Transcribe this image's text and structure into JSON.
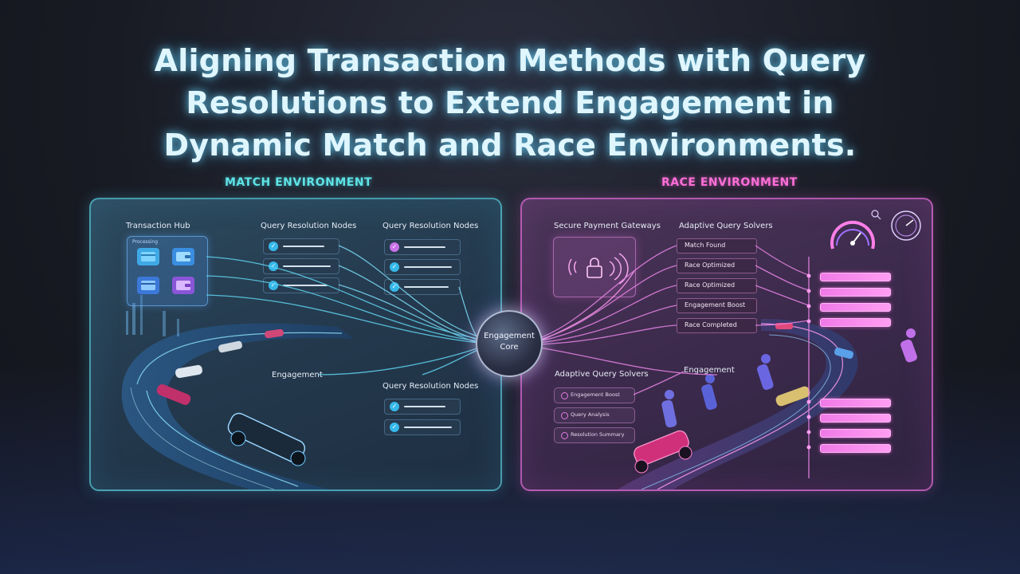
{
  "title": {
    "line1": "Aligning Transaction Methods with Query",
    "line2": "Resolutions to Extend Engagement in",
    "line3": "Dynamic Match and Race Environments."
  },
  "match": {
    "label": "MATCH ENVIRONMENT",
    "transaction_hub": "Transaction Hub",
    "hub_caption": "Processing",
    "query_nodes_a": "Query Resolution Nodes",
    "query_nodes_b": "Query Resolution Nodes",
    "query_nodes_c": "Query Resolution Nodes",
    "engagement": "Engagement"
  },
  "race": {
    "label": "RACE ENVIRONMENT",
    "secure_gateways": "Secure Payment Gateways",
    "solvers_top": "Adaptive Query Solvers",
    "solvers_bottom": "Adaptive Query Solvers",
    "engagement": "Engagement",
    "results": [
      "Match Found",
      "Race Optimized",
      "Race Optimized",
      "Engagement Boost",
      "Race Completed"
    ],
    "solver_items": [
      "Engagement Boost",
      "Query Analysis",
      "Resolution Summary"
    ]
  },
  "core": {
    "line1": "Engagement",
    "line2": "Core"
  },
  "colors": {
    "match_accent": "#5fe3e6",
    "race_accent": "#ff6fd8",
    "check": "#36b8ea",
    "bar": "#f07ae8"
  }
}
